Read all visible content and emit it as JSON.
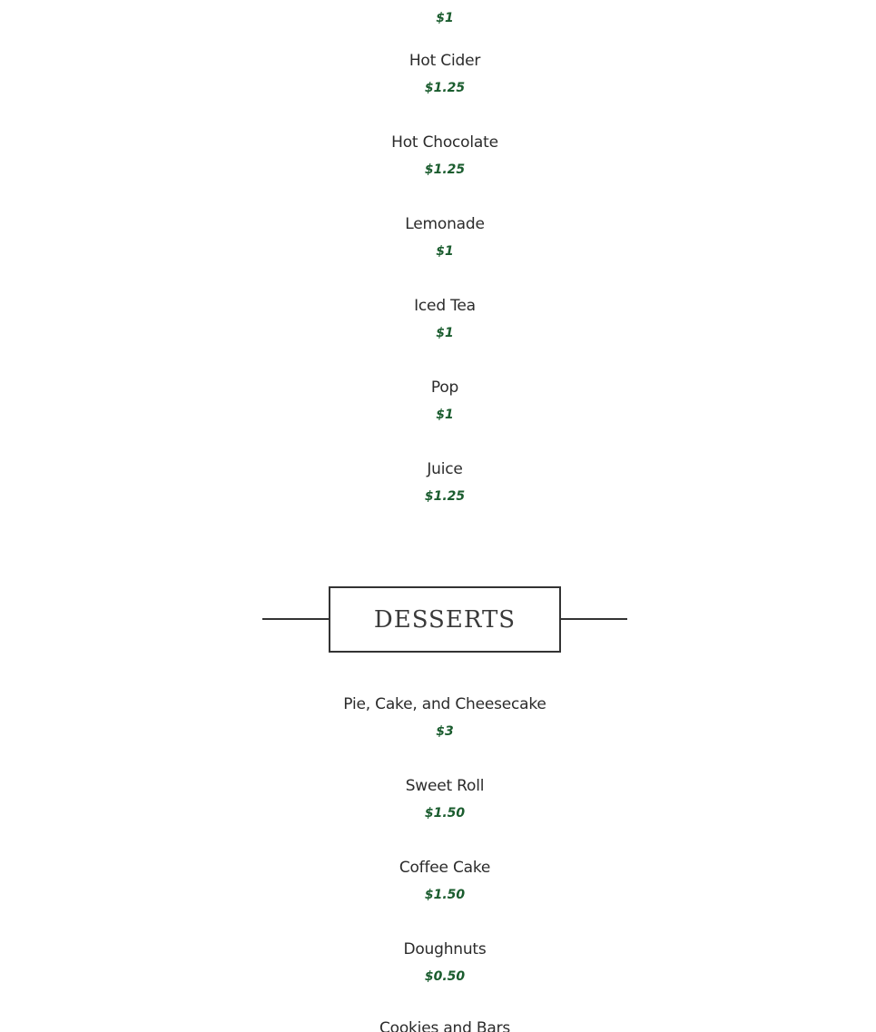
{
  "top_price": "$1",
  "drinks": [
    {
      "name": "Hot Cider",
      "price": "$1.25"
    },
    {
      "name": "Hot Chocolate",
      "price": "$1.25"
    },
    {
      "name": "Lemonade",
      "price": "$1"
    },
    {
      "name": "Iced Tea",
      "price": "$1"
    },
    {
      "name": "Pop",
      "price": "$1"
    },
    {
      "name": "Juice",
      "price": "$1.25"
    }
  ],
  "desserts_heading": "DESSERTS",
  "desserts": [
    {
      "name": "Pie, Cake, and Cheesecake",
      "price": "$3"
    },
    {
      "name": "Sweet Roll",
      "price": "$1.50"
    },
    {
      "name": "Coffee Cake",
      "price": "$1.50"
    },
    {
      "name": "Doughnuts",
      "price": "$0.50"
    },
    {
      "name": "Cookies and Bars",
      "price": ""
    }
  ]
}
